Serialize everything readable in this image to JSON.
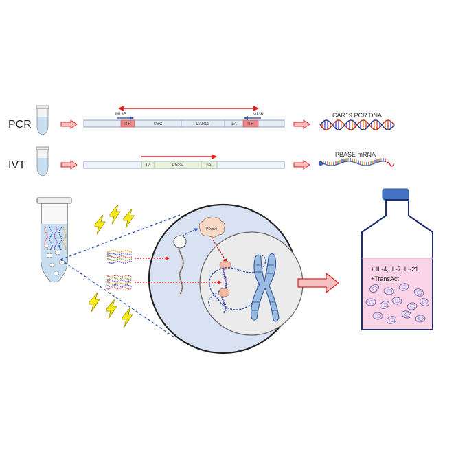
{
  "pcr_row": {
    "label": "PCR",
    "primer_forward": "M13F",
    "primer_reverse": "M13R",
    "segments": [
      "ITR",
      "UBC",
      "CAR19",
      "pA",
      "ITR"
    ],
    "product": "CAR19 PCR DNA"
  },
  "ivt_row": {
    "label": "IVT",
    "segments": [
      "T7",
      "Pbase",
      "pA"
    ],
    "product": "PBASE mRNA"
  },
  "cell": {
    "enzyme_label": "Pbase"
  },
  "flask": {
    "media_line1": "+ IL-4, IL-7, IL-21",
    "media_line2": "+TransAct"
  },
  "colors": {
    "arrow_red": "#e02020",
    "arrow_fill": "#f7c1c1",
    "primer_blue": "#3b5fb5",
    "itr_fill": "#f08a8a",
    "plasmid_fill": "#e6ecf5",
    "ivt_fill": "#e8f2e0",
    "cell_fill": "#d9e2f3",
    "nucleus_fill": "#ebebeb",
    "medium_fill": "#f9d4e6",
    "bolt_yellow": "#f5ec1a",
    "cap_blue": "#4472c4"
  }
}
